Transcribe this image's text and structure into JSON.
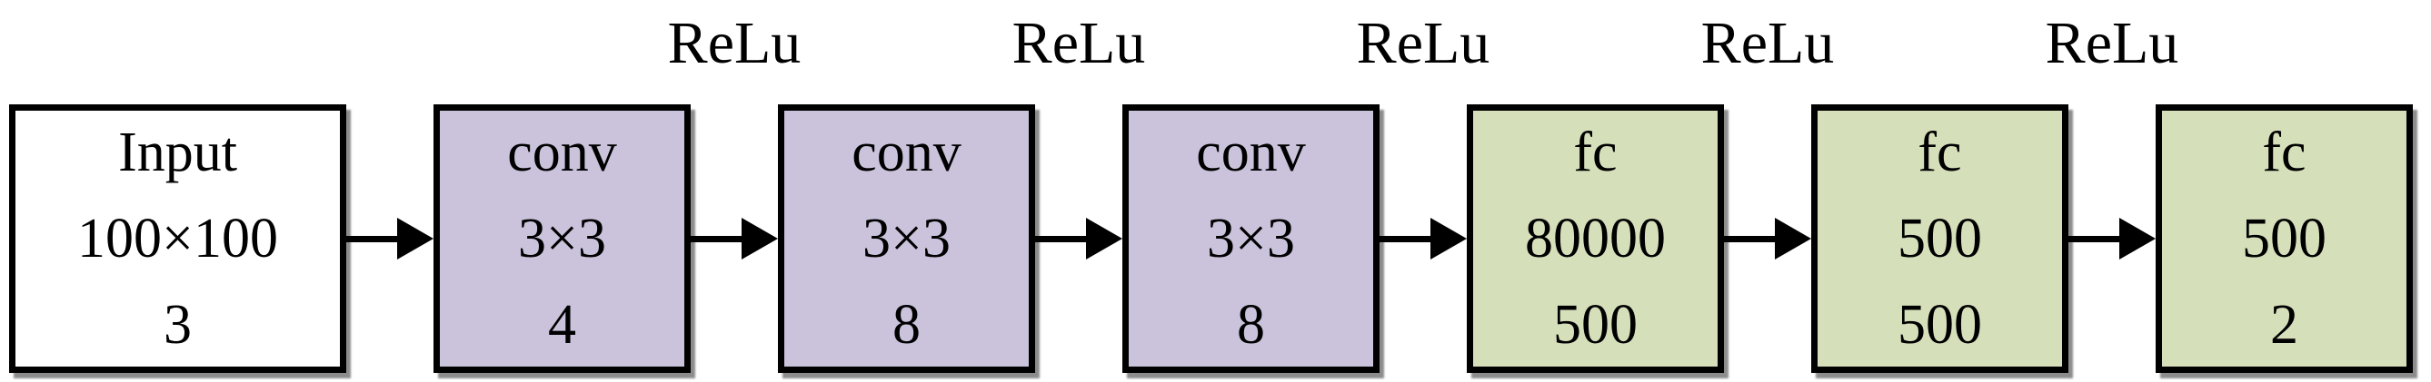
{
  "figure": {
    "type": "cnn-architecture-flow-diagram",
    "activation_label": "ReLu",
    "colors": {
      "input_fill": "#ffffff",
      "conv_fill": "#cbc3dc",
      "fc_fill": "#d5dfba",
      "border": "#000000",
      "text": "#000000"
    },
    "layers": [
      {
        "id": "input",
        "kind": "input",
        "lines": [
          "Input",
          "100×100",
          "3"
        ]
      },
      {
        "id": "conv1",
        "kind": "conv",
        "lines": [
          "conv",
          "3×3",
          "4"
        ]
      },
      {
        "id": "conv2",
        "kind": "conv",
        "lines": [
          "conv",
          "3×3",
          "8"
        ]
      },
      {
        "id": "conv3",
        "kind": "conv",
        "lines": [
          "conv",
          "3×3",
          "8"
        ]
      },
      {
        "id": "fc1",
        "kind": "fc",
        "lines": [
          "fc",
          "80000",
          "500"
        ]
      },
      {
        "id": "fc2",
        "kind": "fc",
        "lines": [
          "fc",
          "500",
          "500"
        ]
      },
      {
        "id": "fc3",
        "kind": "fc",
        "lines": [
          "fc",
          "500",
          "2"
        ]
      }
    ],
    "connections": [
      {
        "from": "input",
        "to": "conv1",
        "label": ""
      },
      {
        "from": "conv1",
        "to": "conv2",
        "label": "ReLu"
      },
      {
        "from": "conv2",
        "to": "conv3",
        "label": "ReLu"
      },
      {
        "from": "conv3",
        "to": "fc1",
        "label": "ReLu"
      },
      {
        "from": "fc1",
        "to": "fc2",
        "label": "ReLu"
      },
      {
        "from": "fc2",
        "to": "fc3",
        "label": "ReLu"
      }
    ]
  }
}
